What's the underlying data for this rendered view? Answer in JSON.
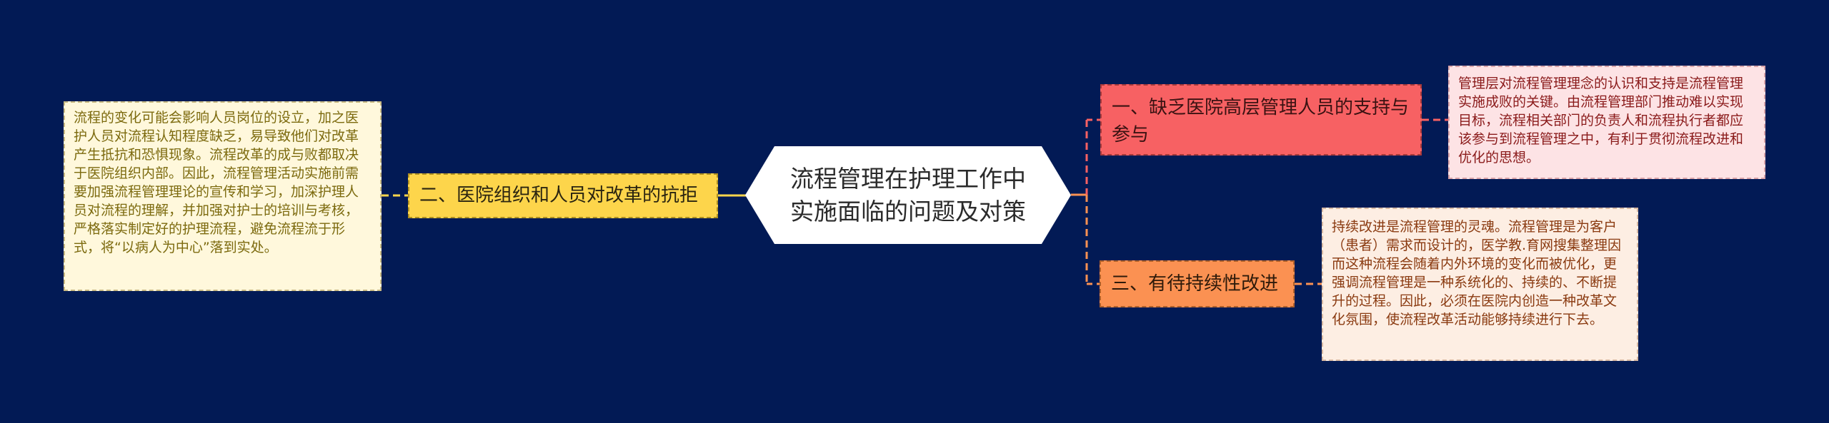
{
  "colors": {
    "background": "#021a55",
    "center_fill": "#ffffff",
    "branch_1_fill": "#f76163",
    "branch_2_fill": "#fdd54b",
    "branch_3_fill": "#fb9152",
    "leaf_1_fill": "#fde3e5",
    "leaf_2_fill": "#fff8dc",
    "leaf_3_fill": "#fdeee3"
  },
  "center": {
    "title": "流程管理在护理工作中实施面临的问题及对策"
  },
  "branches": [
    {
      "id": "1",
      "side": "right",
      "label": "一、缺乏医院高层管理人员的支持与参与",
      "detail": "管理层对流程管理理念的认识和支持是流程管理实施成败的关键。由流程管理部门推动难以实现目标，流程相关部门的负责人和流程执行者都应该参与到流程管理之中，有利于贯彻流程改进和优化的思想。"
    },
    {
      "id": "2",
      "side": "left",
      "label": "二、医院组织和人员对改革的抗拒",
      "detail": "流程的变化可能会影响人员岗位的设立，加之医护人员对流程认知程度缺乏，易导致他们对改革产生抵抗和恐惧现象。流程改革的成与败都取决于医院组织内部。因此，流程管理活动实施前需要加强流程管理理论的宣传和学习，加深护理人员对流程的理解，并加强对护士的培训与考核，严格落实制定好的护理流程，避免流程流于形式，将“以病人为中心”落到实处。"
    },
    {
      "id": "3",
      "side": "right",
      "label": "三、有待持续性改进",
      "detail": "持续改进是流程管理的灵魂。流程管理是为客户（患者）需求而设计的，医学教.育网搜集整理因而这种流程会随着内外环境的变化而被优化，更强调流程管理是一种系统化的、持续的、不断提升的过程。因此，必须在医院内创造一种改革文化氛围，使流程改革活动能够持续进行下去。"
    }
  ]
}
